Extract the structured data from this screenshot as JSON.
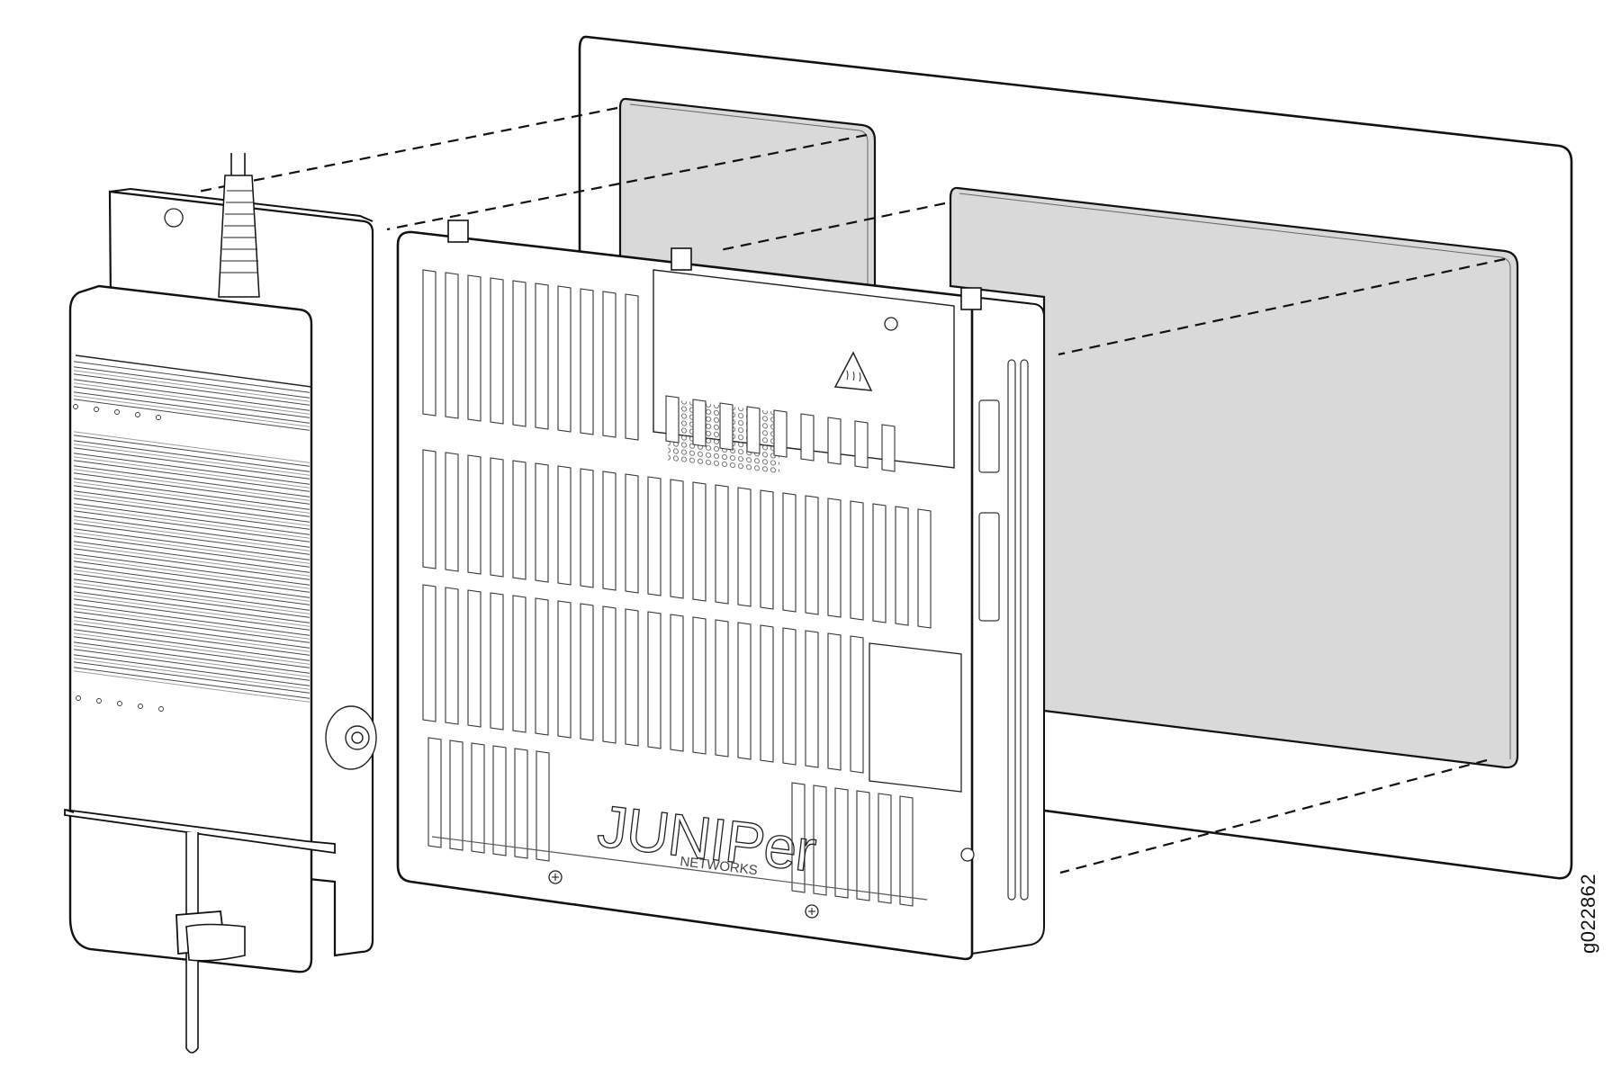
{
  "figure": {
    "id_label": "g022862",
    "description": "Exploded view: mounting a Juniper device and power supply bracket on a wall with adhesive pads"
  },
  "device": {
    "logo_text": "JUNIPer",
    "logo_subtext": "NETWORKS",
    "warning_icon": "hot-surface-warning-icon"
  },
  "colors": {
    "line": "#111111",
    "pad_fill": "#d9d9d9",
    "background": "#ffffff",
    "light_line": "#6a6a6a"
  },
  "components": [
    {
      "name": "wall-surface"
    },
    {
      "name": "adhesive-pad-upper"
    },
    {
      "name": "adhesive-pad-lower"
    },
    {
      "name": "main-device-chassis"
    },
    {
      "name": "power-supply-with-bracket"
    },
    {
      "name": "cable-tie"
    },
    {
      "name": "alignment-guide-lines"
    }
  ]
}
